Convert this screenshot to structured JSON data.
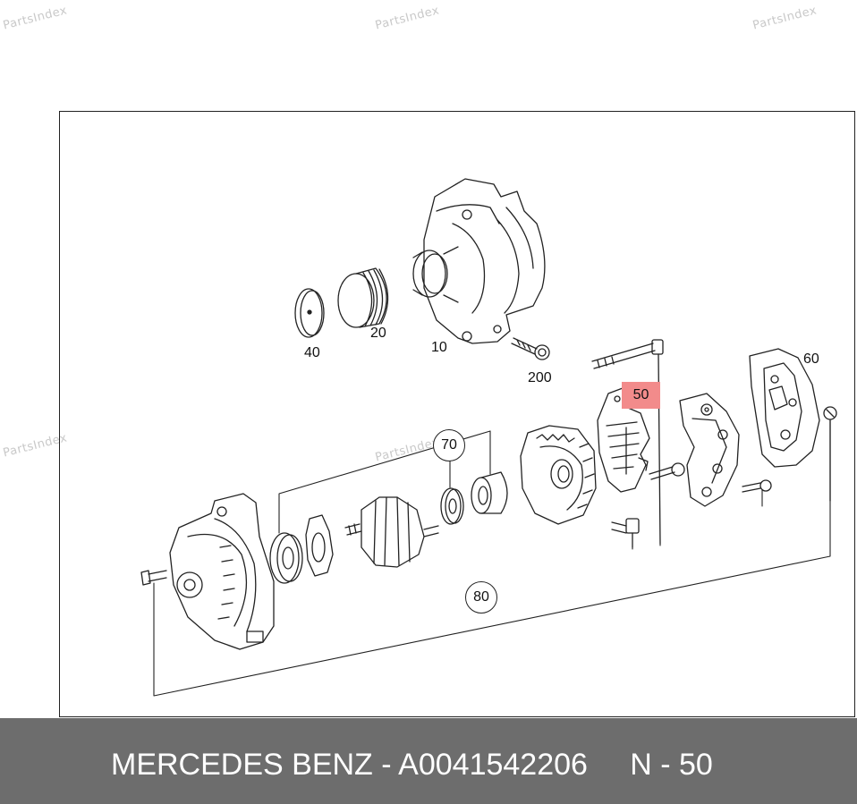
{
  "watermarks": [
    "PartsIndex",
    "PartsIndex",
    "PartsIndex",
    "PartsIndex",
    "PartsIndex"
  ],
  "callouts": {
    "c10": "10",
    "c20": "20",
    "c40": "40",
    "c50": "50",
    "c60": "60",
    "c70": "70",
    "c80": "80",
    "c200": "200"
  },
  "highlight_color": "#f28b8b",
  "footer": {
    "brand": "MERCEDES BENZ",
    "separator": " - ",
    "part_number": "A0041542206",
    "position": "N - 50"
  }
}
